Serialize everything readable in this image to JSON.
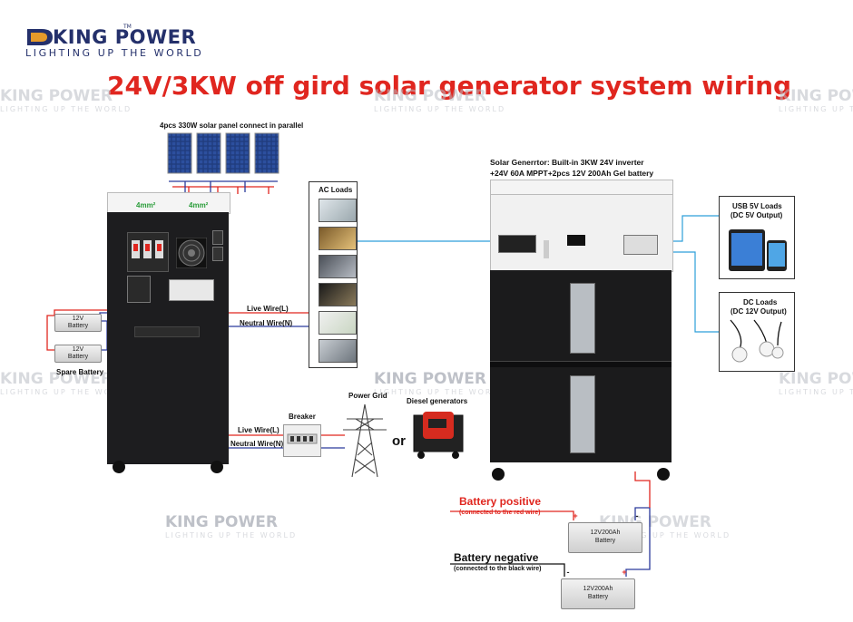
{
  "brand": {
    "name": "KING POWER",
    "tm": "TM",
    "tagline": "LIGHTING UP THE WORLD"
  },
  "title": "24V/3KW off gird solar generator system wiring",
  "left_system": {
    "solar_label": "4pcs 330W solar panel connect in parallel",
    "cable_left": "4mm²",
    "cable_right": "4mm²",
    "battery_top_label": "12V\nBattery",
    "battery_bottom_label": "12V\nBattery",
    "spare_battery": "Spare Battery",
    "live_wire_upper": "Live Wire(L)",
    "neutral_wire_upper": "Neutral Wire(N)",
    "live_wire_lower": "Live Wire(L)",
    "neutral_wire_lower": "Neutral Wire(N)"
  },
  "ac_loads": {
    "title": "AC Loads"
  },
  "grid": {
    "breaker": "Breaker",
    "power_grid": "Power Grid",
    "diesel": "Diesel generators",
    "or": "or"
  },
  "right_system": {
    "desc_line1": "Solar Generrtor: Built-in 3KW 24V inverter",
    "desc_line2": "+24V 60A MPPT+2pcs 12V 200Ah Gel battery",
    "usb_title": "USB 5V Loads",
    "usb_sub": "(DC 5V Output)",
    "dc_title": "DC Loads",
    "dc_sub": "(DC 12V Output)"
  },
  "battery_wiring": {
    "positive_label": "Battery positive",
    "positive_sub": "(connected to the red wire)",
    "negative_label": "Battery negative",
    "negative_sub": "(connected to the black wire)",
    "battery1_line1": "12V200Ah",
    "battery1_line2": "Battery",
    "battery2_line1": "12V200Ah",
    "battery2_line2": "Battery",
    "plus": "+",
    "minus": "-"
  },
  "colors": {
    "brand_blue": "#24306b",
    "title_red": "#e0261f",
    "live_wire": "#e0261f",
    "neutral_wire": "#2b3a9c",
    "cable_green": "#2a9d3a",
    "cabinet_black": "#1d1d1f",
    "dc_wire_blue": "#2d9fd9"
  },
  "icons": [
    "solar-panel-icon",
    "fan-icon",
    "breaker-icon",
    "power-tower-icon",
    "generator-icon",
    "tablet-icon",
    "bulb-icon"
  ]
}
